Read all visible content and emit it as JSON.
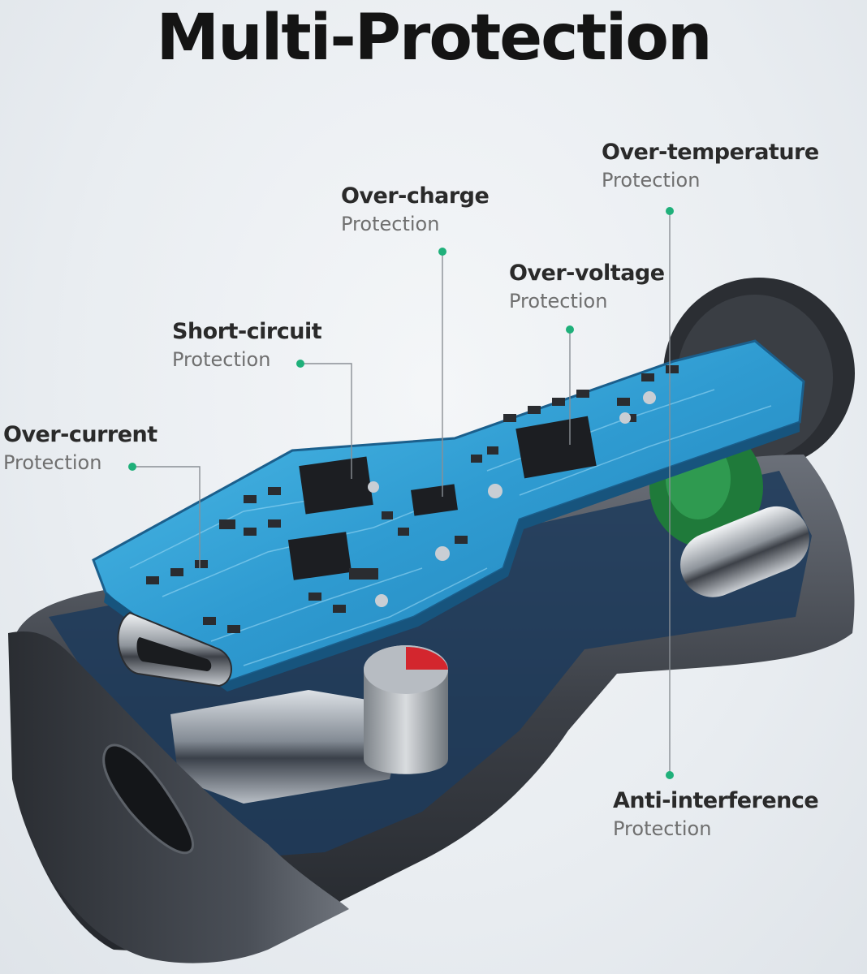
{
  "title": "Multi-Protection",
  "callouts": [
    {
      "id": "over-current",
      "heading": "Over-current",
      "sub": "Protection"
    },
    {
      "id": "short-circuit",
      "heading": "Short-circuit",
      "sub": "Protection"
    },
    {
      "id": "over-charge",
      "heading": "Over-charge",
      "sub": "Protection"
    },
    {
      "id": "over-voltage",
      "heading": "Over-voltage",
      "sub": "Protection"
    },
    {
      "id": "over-temperature",
      "heading": "Over-temperature",
      "sub": "Protection"
    },
    {
      "id": "anti-interference",
      "heading": "Anti-interference",
      "sub": "Protection"
    }
  ],
  "colors": {
    "accent": "#1fb07a",
    "pcb": "#3aa7d9",
    "housing": "#3b3f45"
  }
}
